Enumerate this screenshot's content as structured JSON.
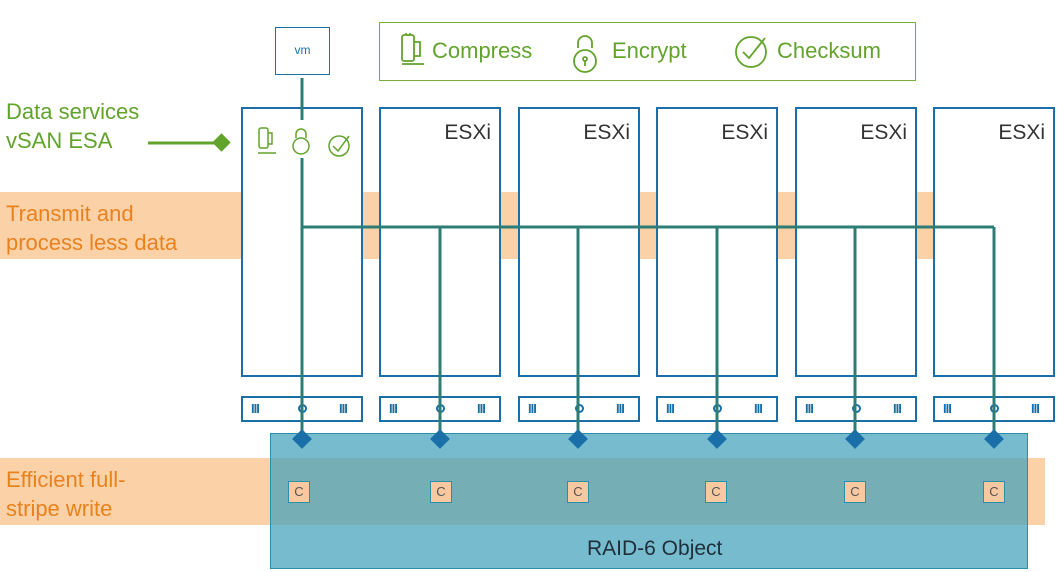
{
  "labels": {
    "data_services": [
      "Data services",
      "vSAN ESA"
    ],
    "transmit": [
      "Transmit and",
      "process less data"
    ],
    "efficient": [
      "Efficient full-",
      "stripe write"
    ]
  },
  "services": {
    "compress": "Compress",
    "encrypt": "Encrypt",
    "checksum": "Checksum"
  },
  "vm": {
    "label": "vm"
  },
  "hosts": [
    {
      "label": ""
    },
    {
      "label": "ESXi"
    },
    {
      "label": "ESXi"
    },
    {
      "label": "ESXi"
    },
    {
      "label": "ESXi"
    },
    {
      "label": "ESXi"
    }
  ],
  "disk": {
    "bars": "III"
  },
  "raid": {
    "label": "RAID-6 Object"
  },
  "components": [
    "C",
    "C",
    "C",
    "C",
    "C",
    "C"
  ],
  "colors": {
    "host_border": "#1b6fa8",
    "services_green": "#62a32c",
    "label_orange": "#e8821e",
    "band_orange": "#fbd1a7",
    "raid_teal": "#3ca0b9",
    "path_line": "#2e7d74"
  },
  "icons": {
    "compress": "clamp-icon",
    "encrypt": "padlock-icon",
    "checksum": "checkmark-badge-icon"
  }
}
